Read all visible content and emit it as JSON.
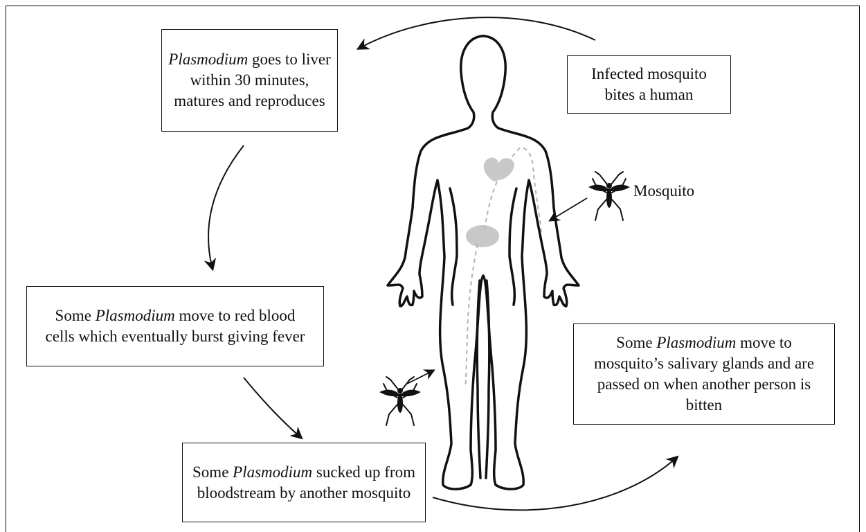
{
  "boxes": {
    "liver": {
      "em": "Plasmodium",
      "text": " goes to liver within 30 minutes, matures and reproduces"
    },
    "bite": {
      "text": "Infected mosquito bites a human"
    },
    "red_cells": {
      "pre": "Some ",
      "em": "Plasmodium",
      "text": " move to red blood cells which eventually burst giving fever"
    },
    "salivary": {
      "pre": "Some ",
      "em": "Plasmodium",
      "text": " move to mosquito’s salivary glands and are passed on when another person is bitten"
    },
    "sucked": {
      "pre": "Some ",
      "em": "Plasmodium",
      "text": " sucked up from bloodstream by another mosquito"
    }
  },
  "labels": {
    "mosquito": "Mosquito"
  },
  "colors": {
    "organ": "#c8c8c8",
    "outline": "#111111",
    "dashed_path": "#b3b3b3"
  }
}
